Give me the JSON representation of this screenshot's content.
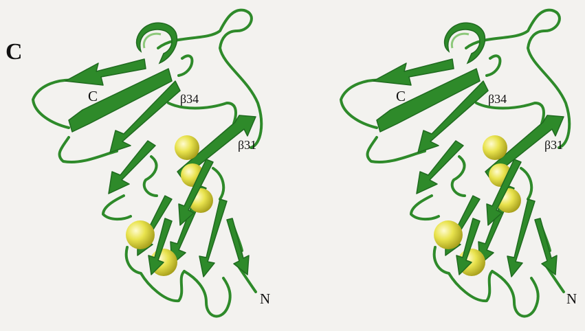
{
  "panel_letter": "C",
  "colors": {
    "ribbon": "#2e8a2a",
    "ribbon_dark": "#1f6a1f",
    "sphere": "#e7e24a",
    "background": "#f3f2ef"
  },
  "views": [
    {
      "name": "left",
      "labels": {
        "c_terminus": "C",
        "beta34": "β34",
        "beta31": "β31",
        "n_terminus": "N"
      }
    },
    {
      "name": "right",
      "labels": {
        "c_terminus": "C",
        "beta34": "β34",
        "beta31": "β31",
        "n_terminus": "N"
      }
    }
  ]
}
